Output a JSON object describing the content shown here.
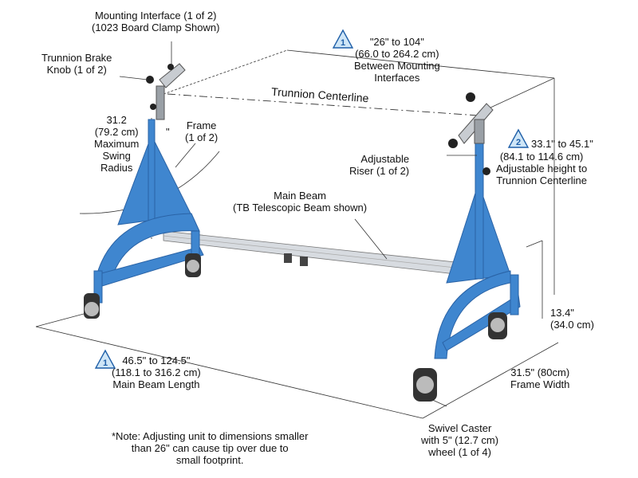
{
  "labels": {
    "mounting_interface": [
      "Mounting Interface (1 of 2)",
      "(1023 Board Clamp Shown)"
    ],
    "trunnion_brake": [
      "Trunnion Brake",
      "Knob (1 of 2)"
    ],
    "between_interfaces": [
      "\"26\" to 104\"",
      "(66.0 to 264.2 cm)",
      "Between Mounting",
      "Interfaces"
    ],
    "trunnion_centerline": "Trunnion Centerline",
    "swing_radius": [
      "31.2",
      "(79.2 cm)",
      "Maximum",
      "Swing",
      "Radius"
    ],
    "swing_radius_inch_mark": "\"",
    "frame": [
      "Frame",
      "(1 of 2)"
    ],
    "adjustable_height": [
      "33.1\" to 45.1\"",
      "(84.1 to 114.6 cm)",
      "Adjustable height to",
      "Trunnion Centerline"
    ],
    "adjustable_riser": [
      "Adjustable",
      "Riser (1 of 2)"
    ],
    "main_beam": [
      "Main Beam",
      "(TB Telescopic Beam shown)"
    ],
    "beam_height": [
      "13.4\"",
      "(34.0 cm)"
    ],
    "main_beam_length": [
      "46.5\" to 124.5\"",
      "(118.1 to 316.2 cm)",
      "Main Beam Length"
    ],
    "frame_width": [
      "31.5\" (80cm)",
      "Frame Width"
    ],
    "swivel_caster": [
      "Swivel Caster",
      "with 5\" (12.7 cm)",
      "wheel (1 of 4)"
    ],
    "note": [
      "*Note: Adjusting unit to dimensions smaller",
      "than 26\" can cause tip over due to",
      "small footprint."
    ]
  },
  "badges": {
    "between_interfaces": "1",
    "adjustable_height": "2",
    "main_beam_length": "1"
  },
  "colors": {
    "frame_blue": "#3f86cf",
    "frame_blue_dark": "#2a63a6",
    "beam_silver": "#d7dbe0",
    "badge_fill": "#cfe6f7",
    "badge_stroke": "#1f5fa8",
    "line": "#333333"
  }
}
